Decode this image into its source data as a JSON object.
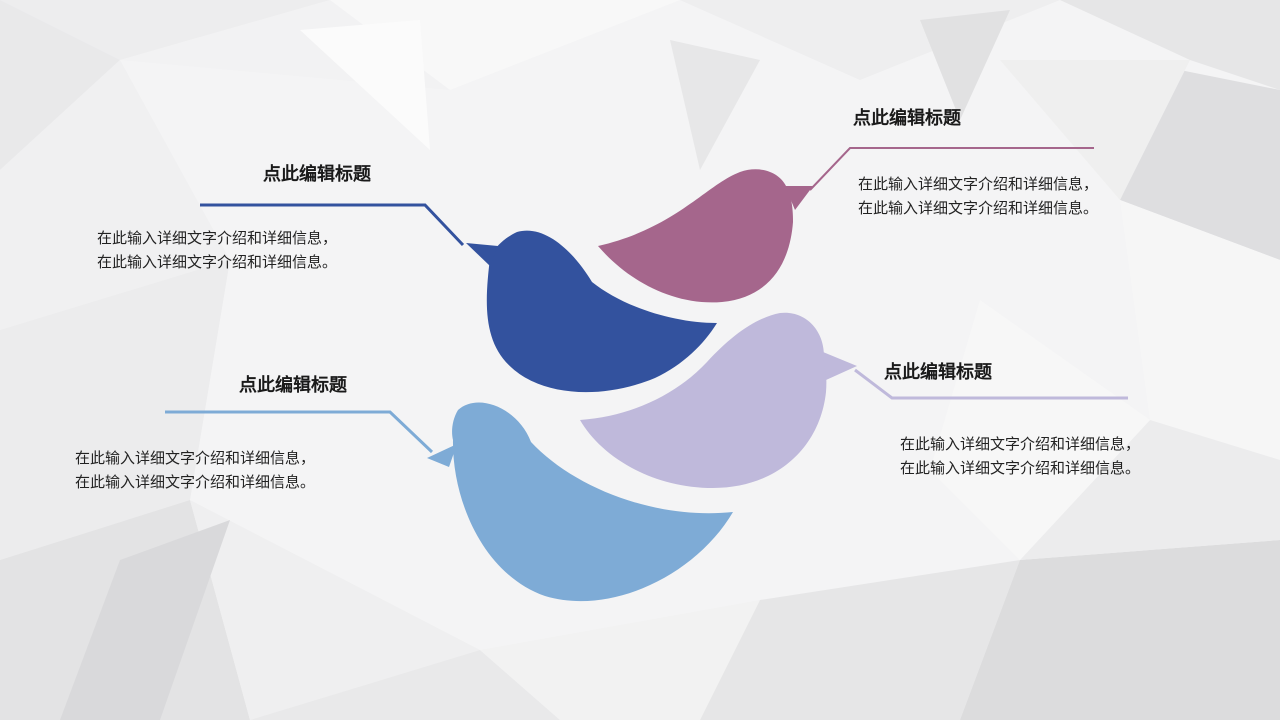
{
  "colors": {
    "background": "#f4f4f5",
    "dark_blue": "#33529e",
    "mauve": "#a5668c",
    "lavender": "#bfb9db",
    "light_blue": "#7eabd6"
  },
  "items": [
    {
      "title": "点此编辑标题",
      "desc_line1": "在此输入详细文字介绍和详细信息，",
      "desc_line2": "在此输入详细文字介绍和详细信息。",
      "color": "#33529e"
    },
    {
      "title": "点此编辑标题",
      "desc_line1": "在此输入详细文字介绍和详细信息，",
      "desc_line2": "在此输入详细文字介绍和详细信息。",
      "color": "#a5668c"
    },
    {
      "title": "点此编辑标题",
      "desc_line1": "在此输入详细文字介绍和详细信息，",
      "desc_line2": "在此输入详细文字介绍和详细信息。",
      "color": "#7eabd6"
    },
    {
      "title": "点此编辑标题",
      "desc_line1": "在此输入详细文字介绍和详细信息，",
      "desc_line2": "在此输入详细文字介绍和详细信息。",
      "color": "#bfb9db"
    }
  ]
}
